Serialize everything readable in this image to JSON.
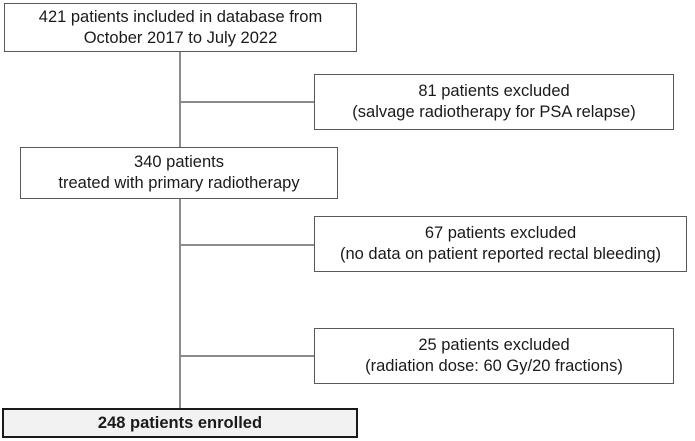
{
  "flowchart": {
    "type": "patient-enrollment-flow-diagram",
    "nodes": {
      "included": {
        "line1": "421 patients included in database from",
        "line2": "October 2017 to July 2022"
      },
      "excluded_psa": {
        "line1": "81 patients excluded",
        "line2": "(salvage radiotherapy for PSA relapse)"
      },
      "primary_rt": {
        "line1": "340 patients",
        "line2": "treated with primary radiotherapy"
      },
      "excluded_no_data": {
        "line1": "67 patients excluded",
        "line2": "(no data on patient reported rectal bleeding)"
      },
      "excluded_dose": {
        "line1": "25 patients excluded",
        "line2": "(radiation dose: 60 Gy/20 fractions)"
      },
      "enrolled": {
        "line1": "248 patients enrolled"
      }
    },
    "colors": {
      "background": "#ffffff",
      "box_border": "#595959",
      "box_fill": "#ffffff",
      "connector_line": "#8c8c8c",
      "final_box_border": "#1a1a1a",
      "final_box_fill": "#f2f2f2",
      "text": "#1a1a1a"
    }
  }
}
